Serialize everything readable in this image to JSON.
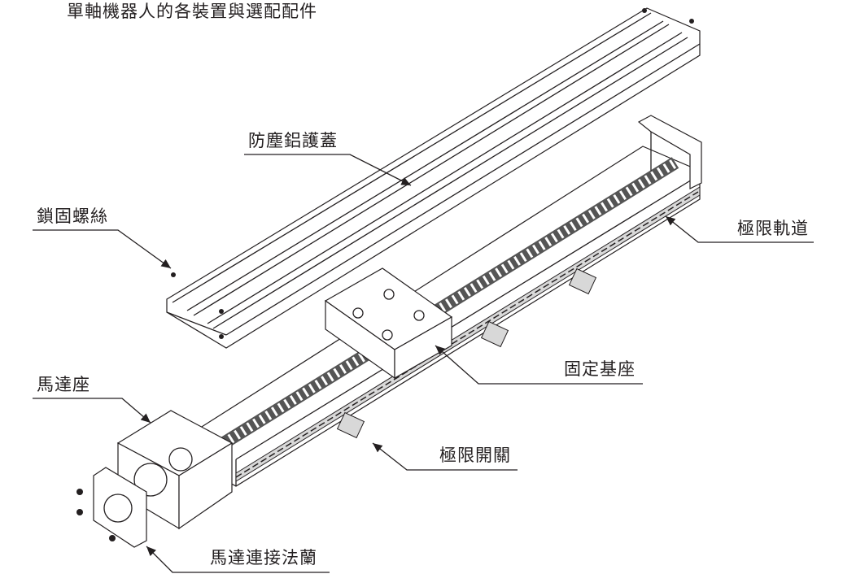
{
  "title": "單軸機器人的各裝置與選配配件",
  "labels": {
    "dust_cover": "防塵鋁護蓋",
    "lock_screw": "鎖固螺絲",
    "limit_rail": "極限軌道",
    "fixed_base": "固定基座",
    "motor_seat": "馬達座",
    "limit_switch": "極限開關",
    "motor_flange": "馬達連接法蘭"
  }
}
